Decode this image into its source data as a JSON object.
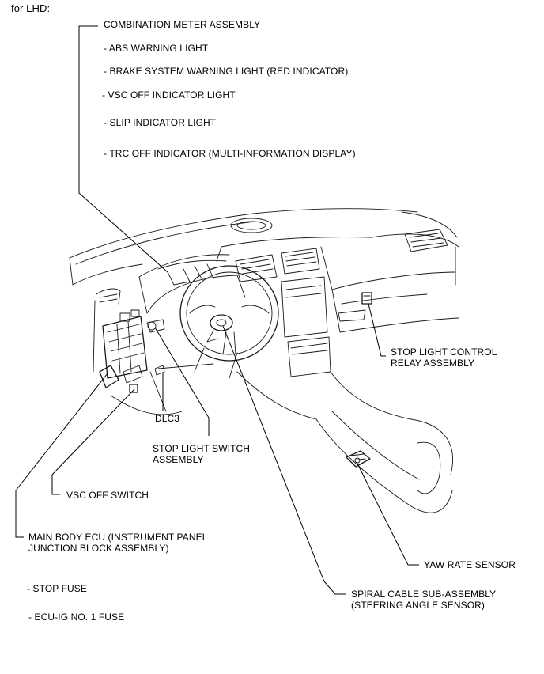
{
  "title": "for LHD:",
  "labels": {
    "combination_meter": "COMBINATION METER ASSEMBLY",
    "abs_warning": "- ABS WARNING LIGHT",
    "brake_warning": "- BRAKE SYSTEM WARNING LIGHT (RED INDICATOR)",
    "vsc_off_indicator": "- VSC OFF INDICATOR LIGHT",
    "slip_indicator": "- SLIP INDICATOR LIGHT",
    "trc_off_indicator": "- TRC OFF INDICATOR (MULTI-INFORMATION DISPLAY)",
    "stop_light_relay_1": "STOP LIGHT CONTROL",
    "stop_light_relay_2": "RELAY ASSEMBLY",
    "dlc3": "DLC3",
    "stop_light_switch_1": "STOP LIGHT SWITCH",
    "stop_light_switch_2": "ASSEMBLY",
    "vsc_off_switch": "VSC OFF SWITCH",
    "main_body_ecu_1": "MAIN BODY ECU (INSTRUMENT PANEL",
    "main_body_ecu_2": "JUNCTION BLOCK ASSEMBLY)",
    "yaw_rate_sensor": "YAW RATE SENSOR",
    "stop_fuse": "- STOP FUSE",
    "ecu_ig_fuse": "- ECU-IG NO. 1 FUSE",
    "spiral_cable_1": "SPIRAL CABLE SUB-ASSEMBLY",
    "spiral_cable_2": "(STEERING ANGLE SENSOR)"
  }
}
